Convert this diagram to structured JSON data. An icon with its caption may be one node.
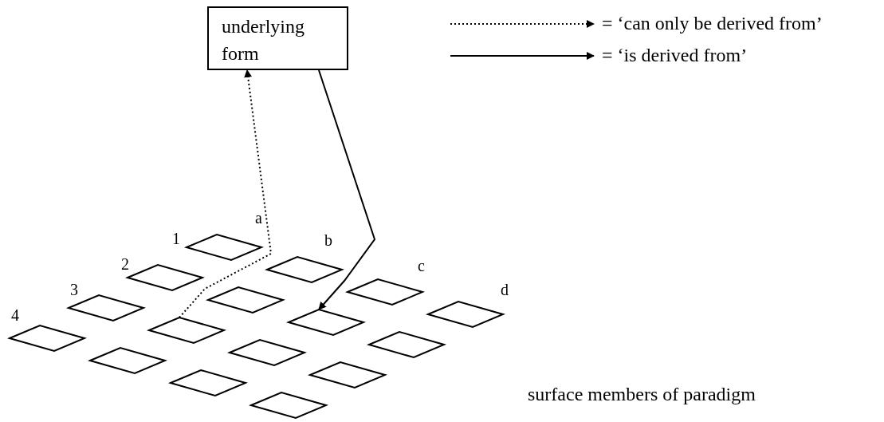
{
  "diagram": {
    "nodes": [
      {
        "text": [
          "underlying form"
        ]
      },
      {
        "text": [],
        "shape": "parallelogram"
      },
      {
        "text": [],
        "shape": "parallelogram"
      },
      {
        "text": [],
        "shape": "parallelogram"
      },
      {
        "text": [],
        "shape": "parallelogram"
      },
      {
        "text": [],
        "shape": "parallelogram"
      },
      {
        "text": [],
        "shape": "parallelogram"
      },
      {
        "text": [],
        "shape": "parallelogram"
      },
      {
        "text": [],
        "shape": "parallelogram"
      },
      {
        "text": [],
        "shape": "parallelogram"
      },
      {
        "text": [],
        "shape": "parallelogram"
      },
      {
        "text": [],
        "shape": "parallelogram"
      },
      {
        "text": [],
        "shape": "parallelogram"
      },
      {
        "text": [],
        "shape": "parallelogram"
      },
      {
        "text": [],
        "shape": "parallelogram"
      },
      {
        "text": [],
        "shape": "parallelogram"
      },
      {
        "text": [],
        "shape": "parallelogram"
      }
    ],
    "edges": [
      {
        "from": 10,
        "to": 0,
        "arrow": "to",
        "style": "dashed"
      },
      {
        "from": 0,
        "to": 7,
        "arrow": "to"
      }
    ],
    "labels": [
      "a",
      "1",
      "b",
      "2",
      "c",
      "3",
      "d",
      "4",
      "surface members of paradigm"
    ],
    "legend": [
      {
        "text": "= ‘can only be derived from’"
      },
      {
        "text": "= ‘is derived from’"
      }
    ]
  }
}
